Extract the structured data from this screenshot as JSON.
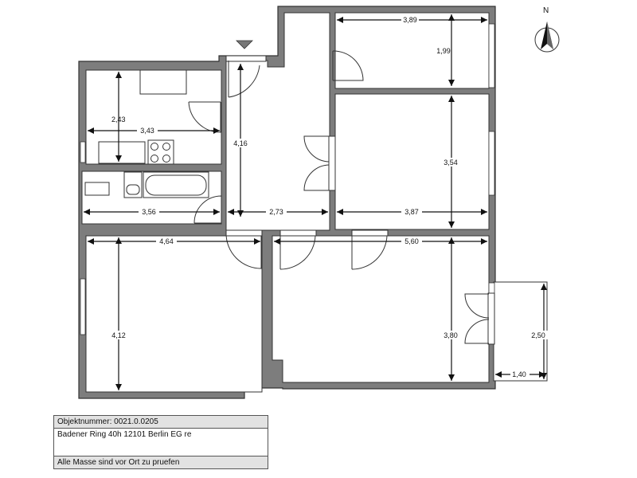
{
  "plan": {
    "north_label": "N",
    "dimensions": [
      {
        "id": "bedroom-ne-width",
        "value": "3,89"
      },
      {
        "id": "bedroom-ne-depth",
        "value": "1,99"
      },
      {
        "id": "kitchen-depth",
        "value": "2,43"
      },
      {
        "id": "kitchen-width",
        "value": "3,43"
      },
      {
        "id": "hall-depth",
        "value": "4,16"
      },
      {
        "id": "room-east-depth",
        "value": "3,54"
      },
      {
        "id": "bath-width",
        "value": "3,56"
      },
      {
        "id": "hall-width",
        "value": "2,73"
      },
      {
        "id": "room-east-width",
        "value": "3,87"
      },
      {
        "id": "room-sw-width",
        "value": "4,64"
      },
      {
        "id": "living-width",
        "value": "5,60"
      },
      {
        "id": "room-sw-depth",
        "value": "4,12"
      },
      {
        "id": "living-depth",
        "value": "3,80"
      },
      {
        "id": "balcony-depth",
        "value": "2,50"
      },
      {
        "id": "balcony-width",
        "value": "1,40"
      }
    ]
  },
  "info": {
    "object_number_label": "Objektnummer:",
    "object_number": "0021.0.0205",
    "address": "Badener Ring 40h  12101 Berlin   EG re",
    "note": "Alle Masse sind vor Ort zu pruefen"
  }
}
